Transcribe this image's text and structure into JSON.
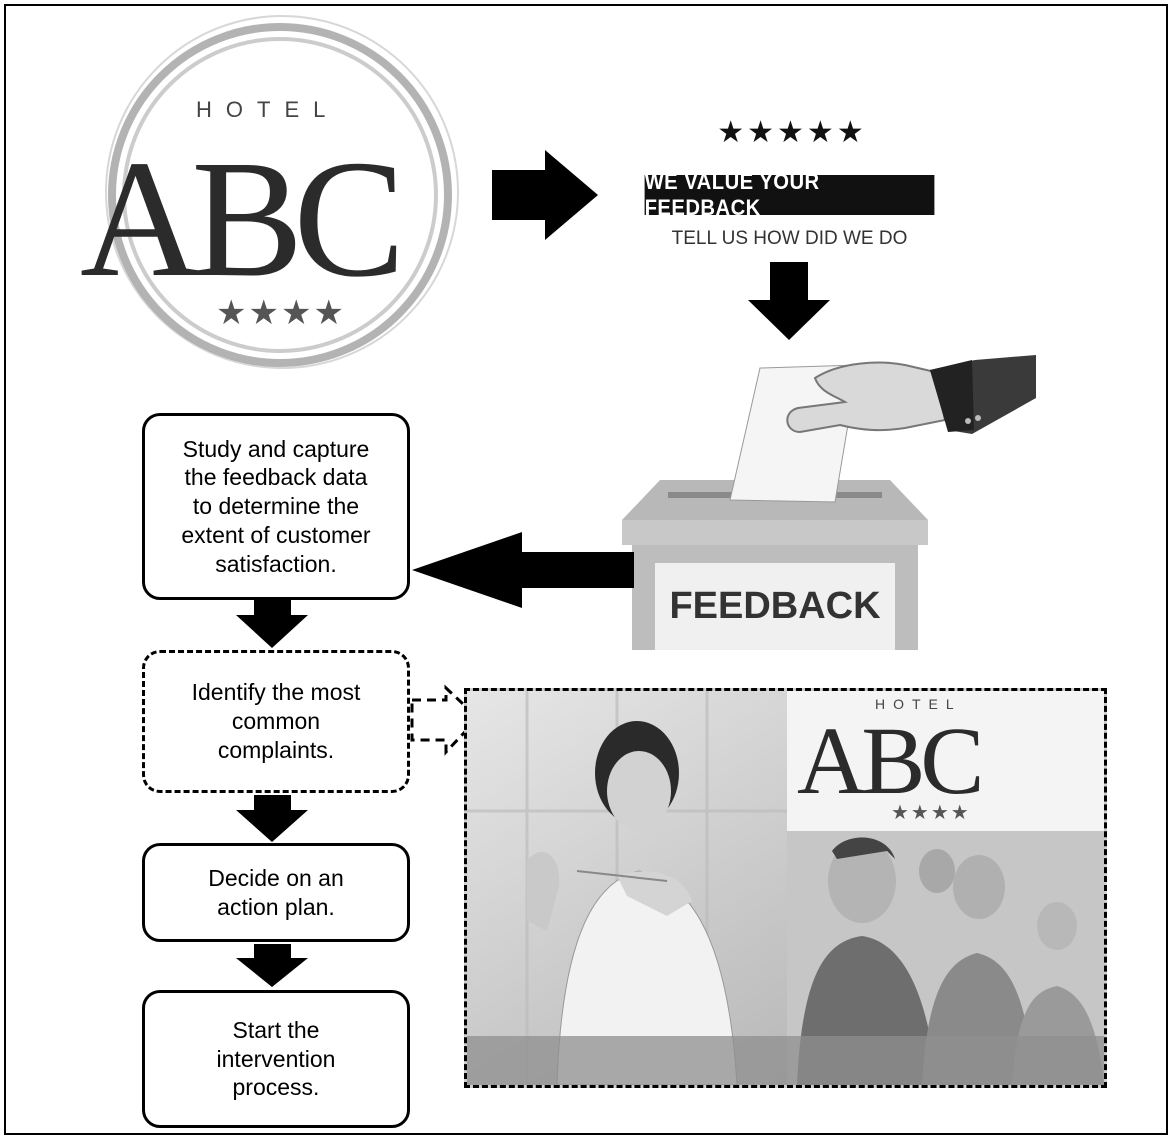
{
  "logo": {
    "hotel": "HOTEL",
    "abc": "ABC",
    "stars": "★★★★"
  },
  "feedback_card": {
    "stars": "★★★★★",
    "banner": "WE VALUE YOUR FEEDBACK",
    "subtitle": "TELL US HOW DID WE DO"
  },
  "ballot_box": {
    "label": "FEEDBACK"
  },
  "steps": [
    {
      "text": "Study and capture\nthe feedback data\nto determine the\nextent of customer\nsatisfaction.",
      "style": "solid"
    },
    {
      "text": "Identify the most\ncommon\ncomplaints.",
      "style": "dashed"
    },
    {
      "text": "Decide on an\naction plan.",
      "style": "solid"
    },
    {
      "text": "Start the\nintervention\nprocess.",
      "style": "solid"
    }
  ],
  "photo_logo": {
    "hotel": "HOTEL",
    "abc": "ABC",
    "stars": "★★★★"
  },
  "colors": {
    "arrow": "#000000",
    "banner_bg": "#111111",
    "ballot_box": "#bdbdbd",
    "logo_ring": "#9a9a9a"
  }
}
